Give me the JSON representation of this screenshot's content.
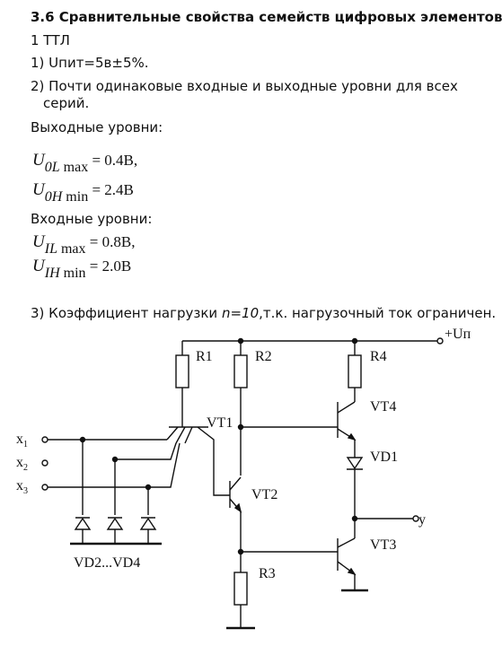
{
  "heading": "3.6 Сравнительные свойства семейств цифровых элементов",
  "line1": "1 ТТЛ",
  "line2": "1) Uпит=5в±5%.",
  "line3a": "2) Почти одинаковые входные и выходные уровни для всех",
  "line3b": "серий.",
  "out_title": "Выходные уровни:",
  "out_formulas": [
    {
      "sym": "U",
      "sub1": "0L",
      "sub2": "max",
      "rhs": "= 0.4B,"
    },
    {
      "sym": "U",
      "sub1": "0H",
      "sub2": "min",
      "rhs": "= 2.4B"
    }
  ],
  "in_title": "Входные уровни:",
  "in_formulas": [
    {
      "sym": "U",
      "sub1": "IL",
      "sub2": "max",
      "rhs": "= 0.8B,"
    },
    {
      "sym": "U",
      "sub1": "IH",
      "sub2": "min",
      "rhs": "= 2.0B"
    }
  ],
  "line4_prefix": "3) Коэффициент нагрузки ",
  "line4_italic": "n=10",
  "line4_suffix": ",т.к. нагрузочный ток ограничен.",
  "schematic": {
    "supply": "+Uп",
    "r1": "R1",
    "r2": "R2",
    "r3": "R3",
    "r4": "R4",
    "vt1": "VT1",
    "vt2": "VT2",
    "vt3": "VT3",
    "vt4": "VT4",
    "vd1": "VD1",
    "diodes": "VD2...VD4",
    "out": "y",
    "x_base": "x",
    "x1": "1",
    "x2": "2",
    "x3": "3"
  }
}
